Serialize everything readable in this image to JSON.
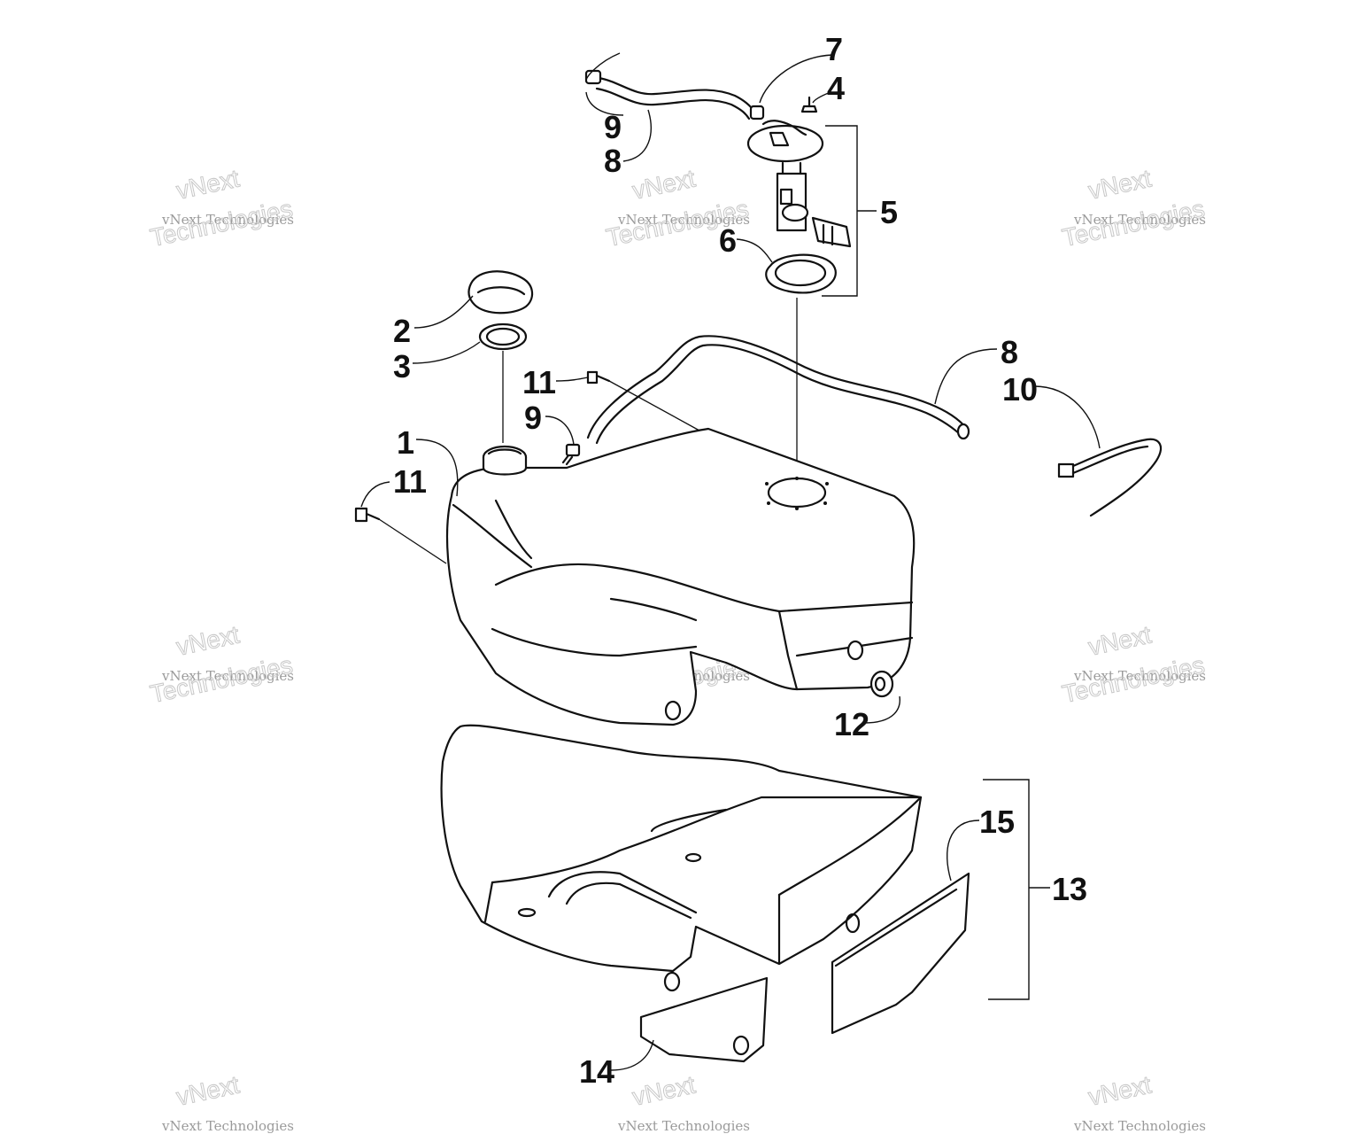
{
  "watermark": {
    "line1": "vNext",
    "line2": "vNext Technologies",
    "line3": "Technologies"
  },
  "callouts": [
    "1",
    "2",
    "3",
    "4",
    "5",
    "6",
    "7",
    "8",
    "8",
    "9",
    "9",
    "10",
    "11",
    "11",
    "12",
    "13",
    "14",
    "15"
  ]
}
